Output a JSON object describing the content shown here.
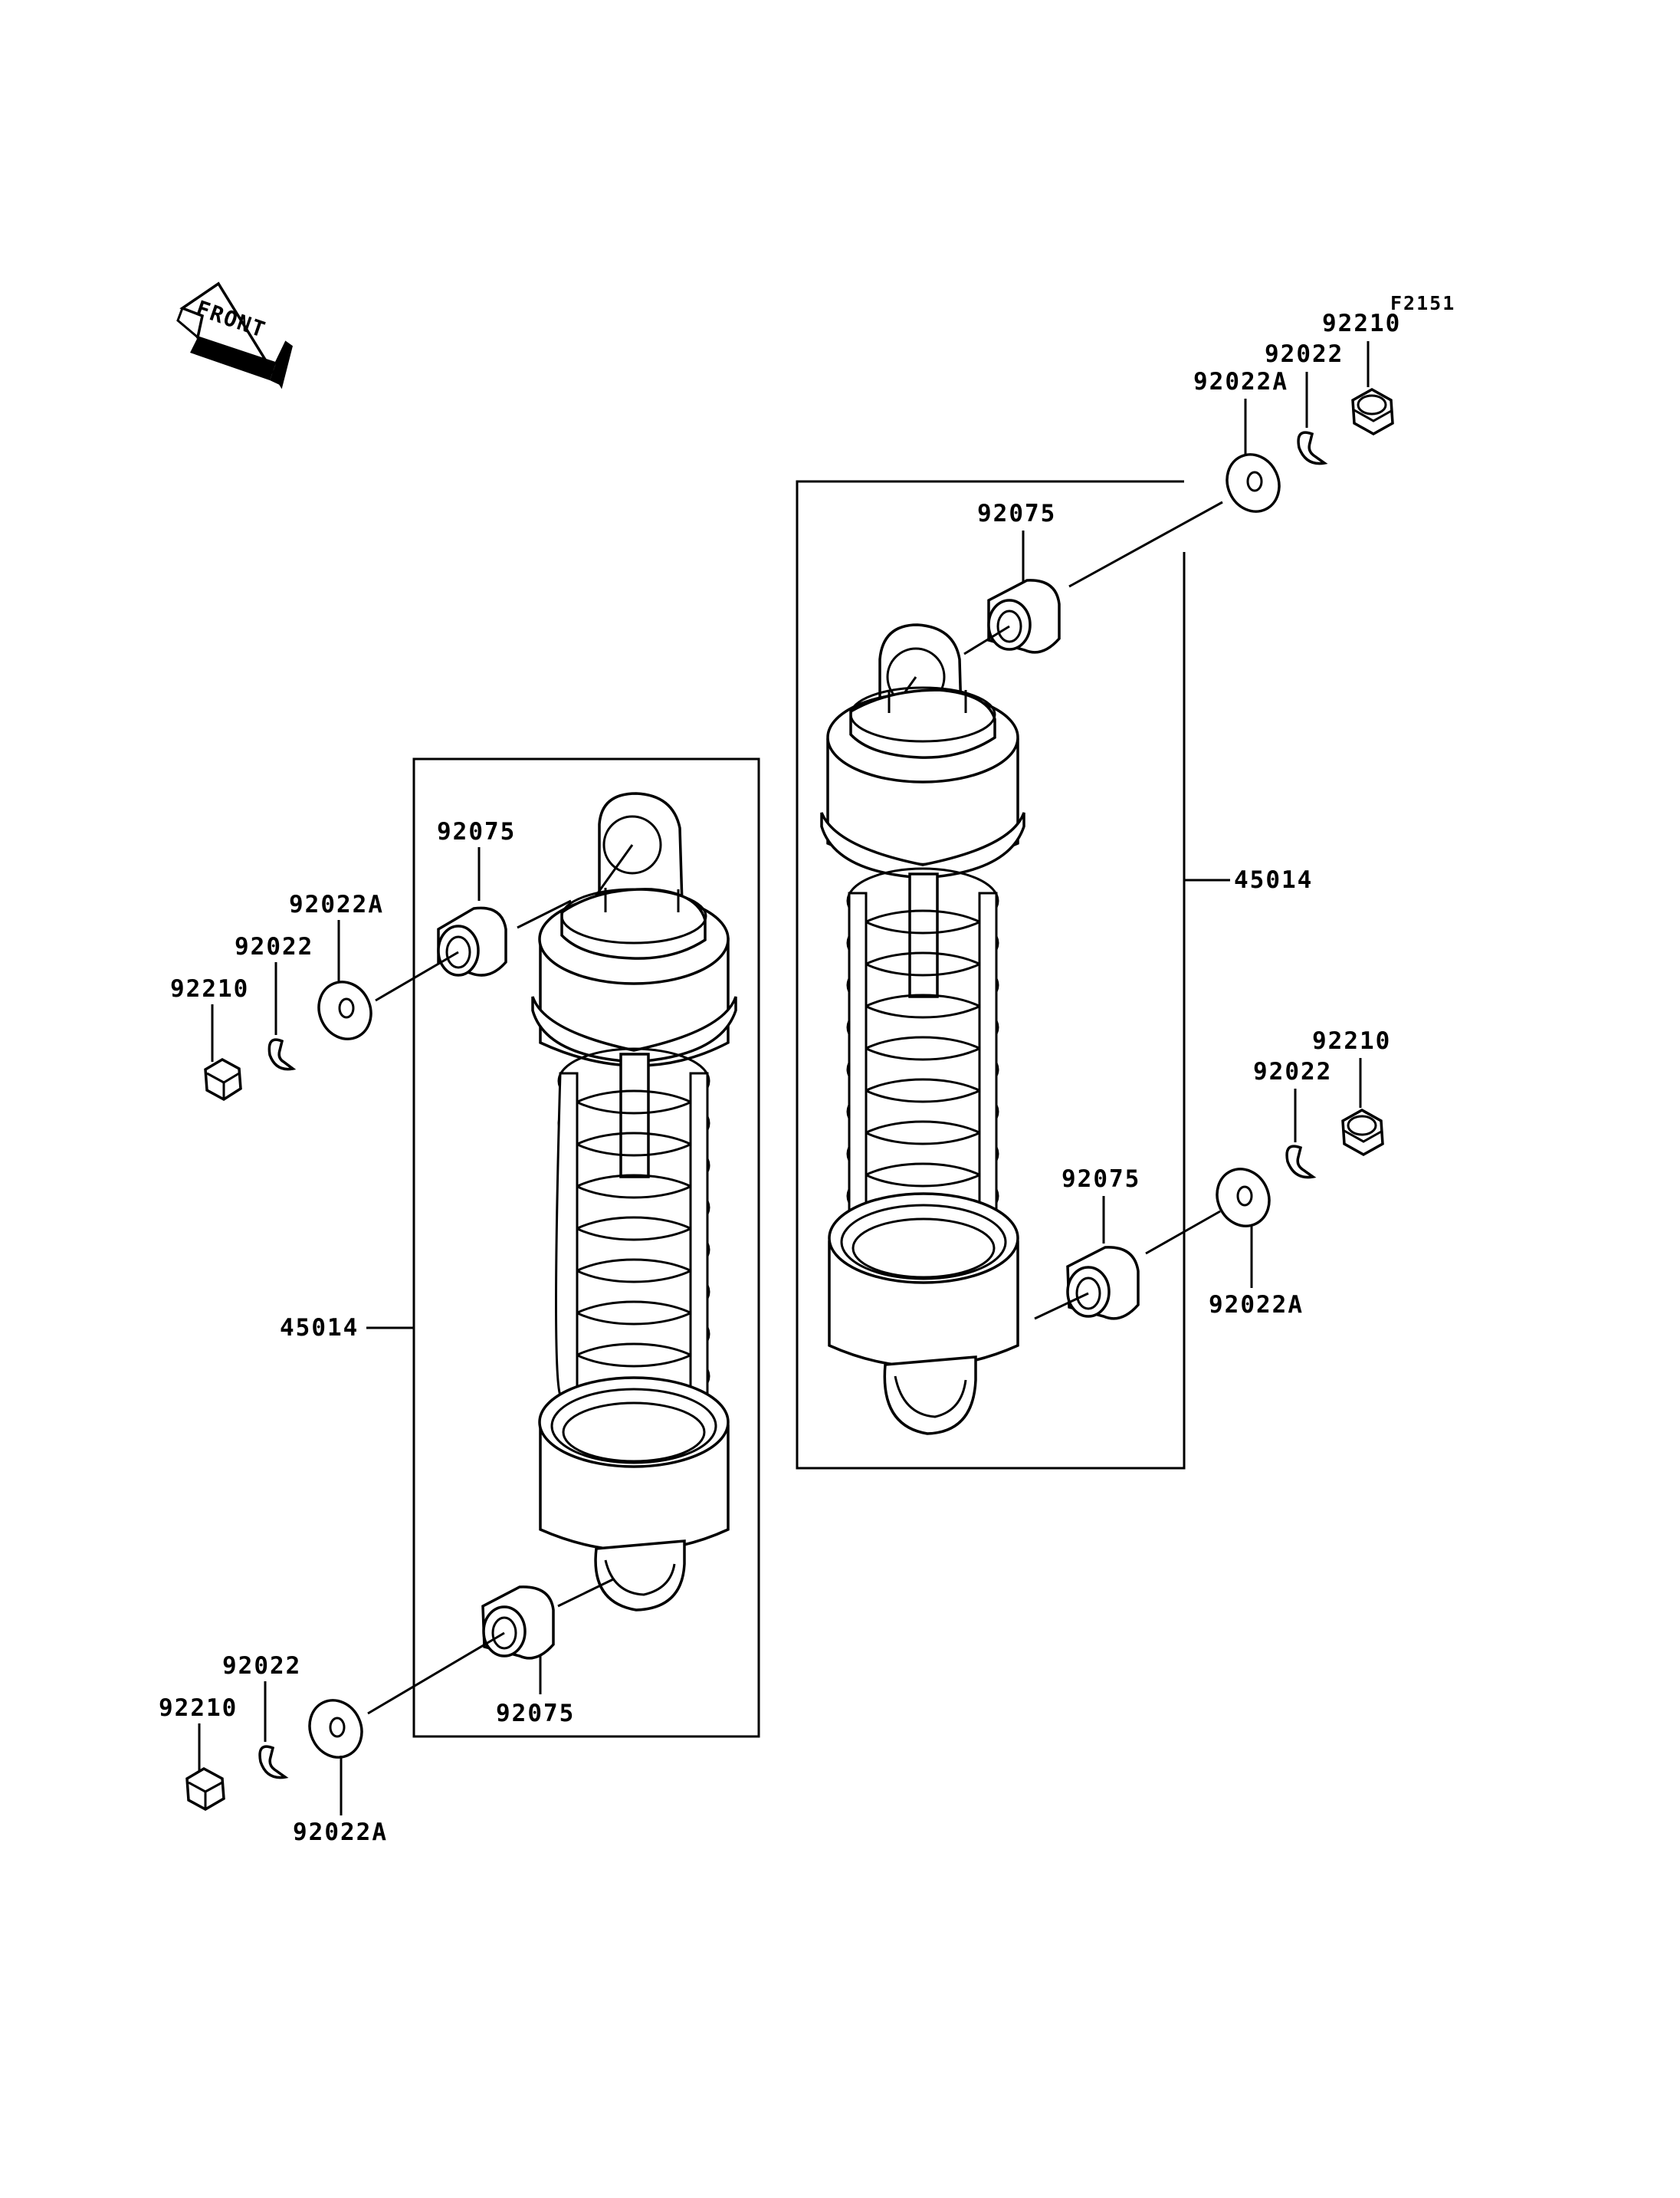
{
  "figure_code": "F2151",
  "front_label": "FRONT",
  "labels": {
    "left_top_bushing": "92075",
    "left_top_washer": "92022A",
    "left_top_clip": "92022",
    "left_top_nut": "92210",
    "left_assembly": "45014",
    "left_bottom_bushing": "92075",
    "left_bottom_clip": "92022",
    "left_bottom_nut": "92210",
    "left_bottom_washer": "92022A",
    "right_top_nut": "92210",
    "right_top_clip": "92022",
    "right_top_washer": "92022A",
    "right_top_bushing": "92075",
    "right_assembly": "45014",
    "right_bottom_nut": "92210",
    "right_bottom_clip": "92022",
    "right_bottom_bushing": "92075",
    "right_bottom_washer": "92022A"
  }
}
